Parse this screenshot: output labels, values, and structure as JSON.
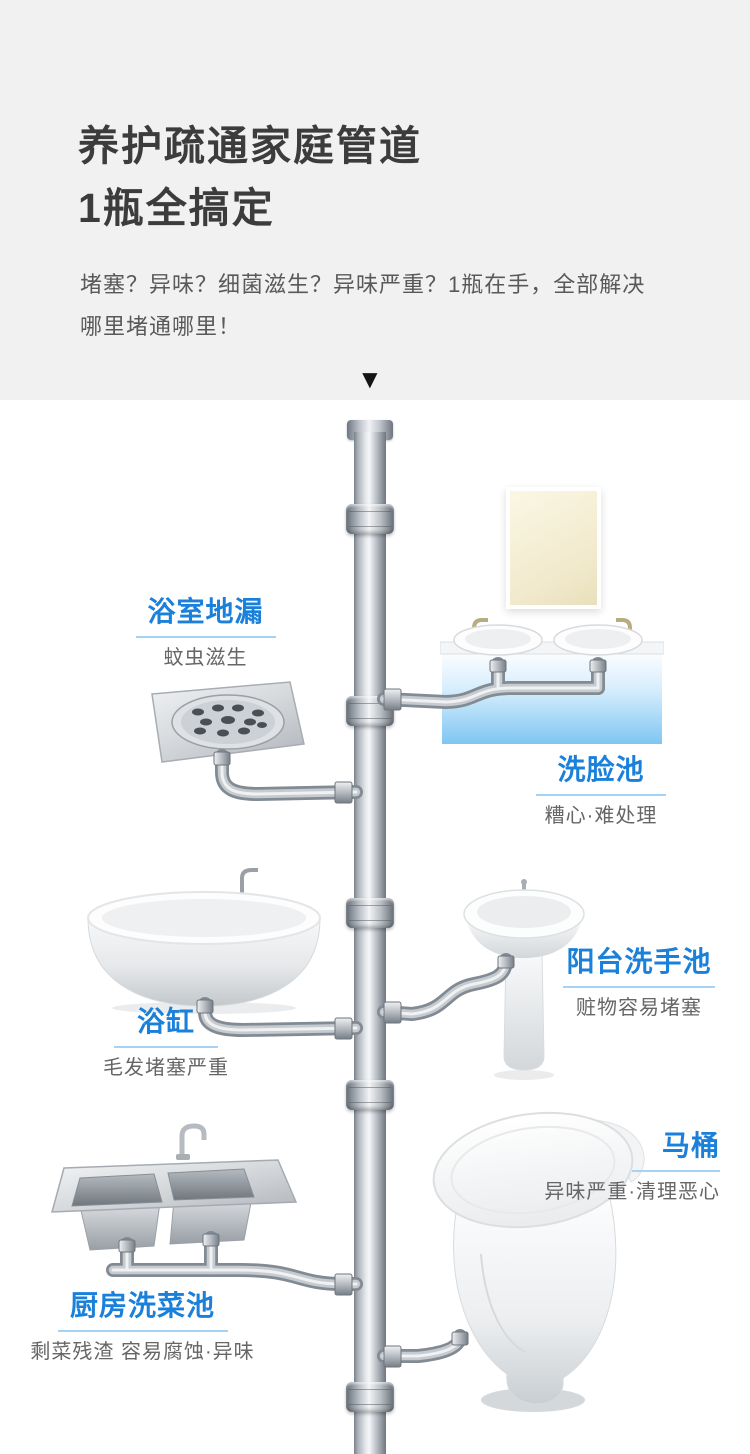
{
  "colors": {
    "header_bg": "#f1f1f2",
    "title": "#3c3c3c",
    "body_text": "#595959",
    "label_blue": "#1b80da",
    "underline_blue": "#a5d3f5",
    "fixture_desc": "#666666"
  },
  "icons": {
    "down_arrow": "▼"
  },
  "header": {
    "title_line1": "养护疏通家庭管道",
    "title_line2": "1瓶全搞定",
    "desc_line1": "堵塞？异味？细菌滋生？异味严重？1瓶在手，全部解决",
    "desc_line2": "哪里堵通哪里！"
  },
  "fixtures": {
    "floor_drain": {
      "label": "浴室地漏",
      "desc": "蚊虫滋生"
    },
    "wash_basin": {
      "label": "洗脸池",
      "desc": "糟心·难处理"
    },
    "bathtub": {
      "label": "浴缸",
      "desc": "毛发堵塞严重"
    },
    "balcony_sink": {
      "label": "阳台洗手池",
      "desc": "赃物容易堵塞"
    },
    "toilet": {
      "label": "马桶",
      "desc": "异味严重·清理恶心"
    },
    "kitchen_sink": {
      "label": "厨房洗菜池",
      "desc": "剩菜残渣 容易腐蚀·异味"
    }
  }
}
